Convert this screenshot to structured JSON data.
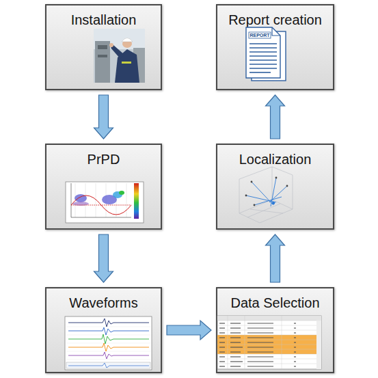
{
  "diagram": {
    "nodes": [
      {
        "text": [
          "Installation"
        ]
      },
      {
        "text": [
          "PrPD"
        ]
      },
      {
        "text": [
          "Waveforms"
        ]
      },
      {
        "text": [
          "Data Selection"
        ]
      },
      {
        "text": [
          "Localization"
        ]
      },
      {
        "text": [
          "Report creation"
        ]
      }
    ],
    "edges": [
      {
        "from": 0,
        "to": 1,
        "arrow": "to"
      },
      {
        "from": 1,
        "to": 2,
        "arrow": "to"
      },
      {
        "from": 2,
        "to": 3,
        "arrow": "to"
      },
      {
        "from": 3,
        "to": 4,
        "arrow": "to"
      },
      {
        "from": 4,
        "to": 5,
        "arrow": "to"
      }
    ],
    "labels": [
      "REPORT"
    ]
  }
}
